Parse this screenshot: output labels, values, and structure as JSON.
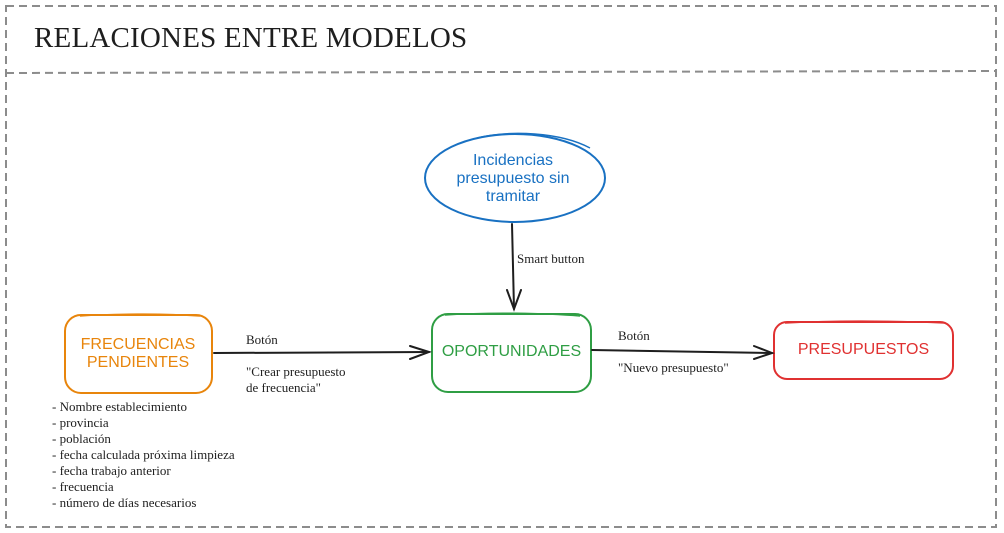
{
  "title": "RELACIONES ENTRE MODELOS",
  "colors": {
    "frame": "#8c8c8c",
    "incidencias": "#1971c2",
    "frecuencias": "#e8850c",
    "oportunidades": "#2f9e44",
    "presupuestos": "#e03131",
    "arrows": "#1e1e1e"
  },
  "nodes": {
    "incidencias": "Incidencias presupuesto sin tramitar",
    "frecuencias": "FRECUENCIAS PENDIENTES",
    "oportunidades": "OPORTUNIDADES",
    "presupuestos": "PRESUPUESTOS"
  },
  "edges": {
    "incidencias_to_oportunidades": "Smart button",
    "frecuencias_to_oportunidades_top": "Botón",
    "frecuencias_to_oportunidades_bottom": "\"Crear presupuesto\nde frecuencia\"",
    "oportunidades_to_presupuestos_top": "Botón",
    "oportunidades_to_presupuestos_bottom": "\"Nuevo presupuesto\""
  },
  "frecuencias_fields": [
    "- Nombre establecimiento",
    "- provincia",
    "- población",
    "- fecha calculada próxima limpieza",
    "- fecha trabajo anterior",
    "- frecuencia",
    "- número de días necesarios"
  ]
}
